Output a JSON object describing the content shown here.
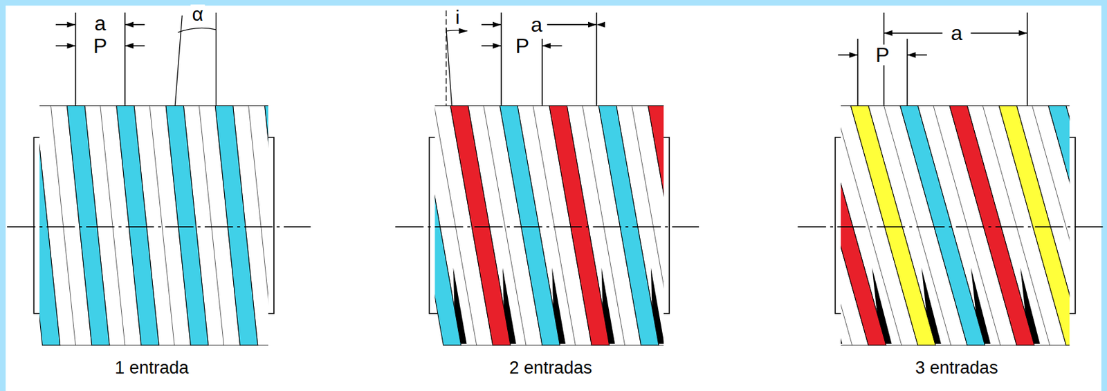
{
  "diagram": {
    "labels": [
      "a",
      "P",
      "α",
      "1 entrada",
      "i",
      "a",
      "P",
      "2 entradas",
      "a",
      "P",
      "3 entradas"
    ]
  }
}
